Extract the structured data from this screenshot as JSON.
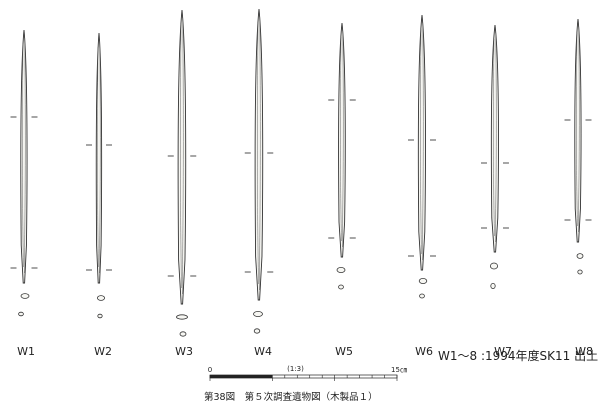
{
  "items": [
    {
      "id": "W1"
    },
    {
      "id": "W2"
    },
    {
      "id": "W3"
    },
    {
      "id": "W4"
    },
    {
      "id": "W5"
    },
    {
      "id": "W6"
    },
    {
      "id": "W7"
    },
    {
      "id": "W8"
    }
  ],
  "scale_bar": {
    "start_label": "0",
    "ratio_label": "(1:3)",
    "end_label": "15㎝"
  },
  "provenance_note": "W1〜8 :1994年度SK11 出土",
  "caption": "第38図　第５次調査遺物図（木製品１）",
  "colors": {
    "ink": "#222222",
    "paper": "#ffffff"
  }
}
